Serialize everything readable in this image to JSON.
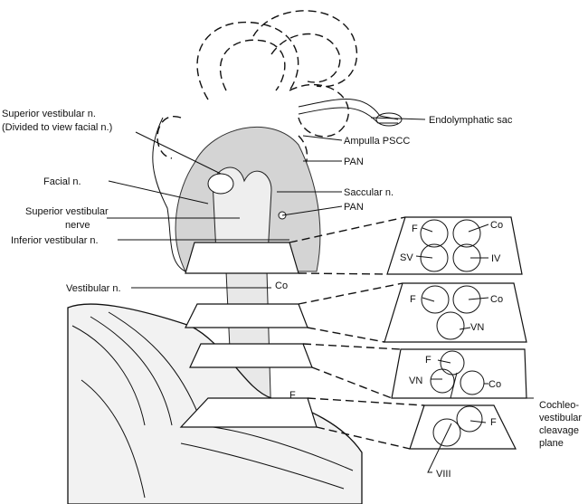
{
  "labels": {
    "endolymphatic_sac": "Endolymphatic sac",
    "ampulla_pscc": "Ampulla PSCC",
    "pan_upper": "PAN",
    "saccular_n": "Saccular n.",
    "pan_lower": "PAN",
    "superior_vestibular_divided_1": "Superior vestibular n.",
    "superior_vestibular_divided_2": "(Divided to view facial n.)",
    "facial_n": "Facial n.",
    "superior_vestibular_nerve_1": "Superior vestibular",
    "superior_vestibular_nerve_2": "nerve",
    "inferior_vestibular_n": "Inferior vestibular n.",
    "vestibular_n": "Vestibular n.",
    "trunk_co": "Co",
    "trunk_f": "F",
    "cleavage_1": "Cochleo-",
    "cleavage_2": "vestibular",
    "cleavage_3": "cleavage",
    "cleavage_4": "plane",
    "viii": "VIII"
  },
  "sections": [
    {
      "labels": [
        "F",
        "Co",
        "SV",
        "IV"
      ]
    },
    {
      "labels": [
        "F",
        "Co",
        "VN"
      ]
    },
    {
      "labels": [
        "F",
        "VN",
        "Co"
      ]
    },
    {
      "labels": [
        "F"
      ]
    }
  ]
}
